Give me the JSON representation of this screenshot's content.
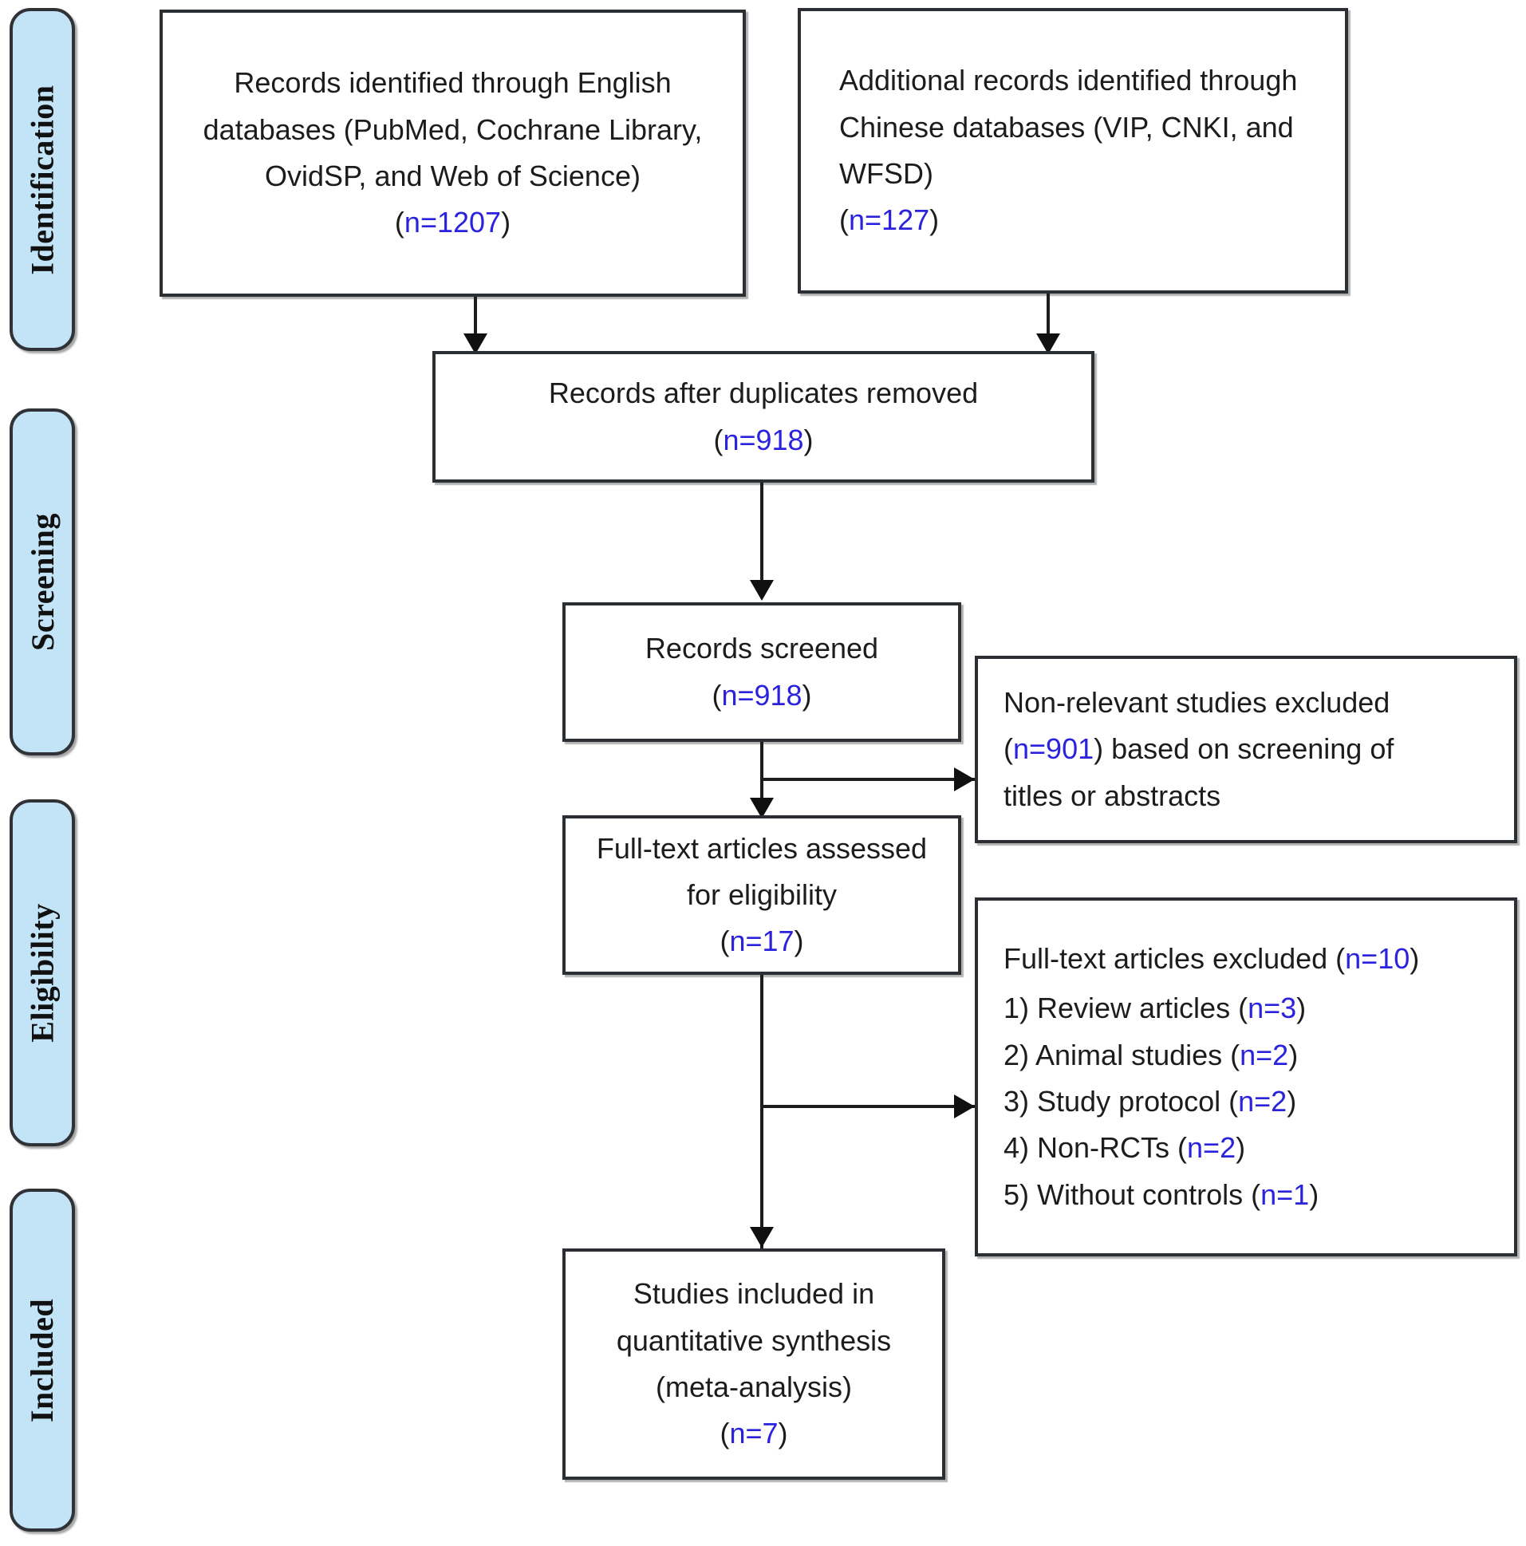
{
  "diagram": {
    "title": "PRISMA study selection flow diagram",
    "accent_blue": "#2a22dd",
    "stage_fill": "#c3e3f7",
    "border_color": "#2b2f33"
  },
  "stages": [
    {
      "label": "Identification"
    },
    {
      "label": "Screening"
    },
    {
      "label": "Eligibility"
    },
    {
      "label": "Included"
    }
  ],
  "boxes": {
    "english_records": {
      "line1": "Records identified through English",
      "line2": "databases (PubMed, Cochrane Library,",
      "line3": "OvidSP, and Web of Science)",
      "count_open": "(",
      "count": "n=1207",
      "count_close": ")"
    },
    "chinese_records": {
      "line1": "Additional records identified through",
      "line2": "Chinese databases (VIP, CNKI, and",
      "line3": "WFSD)",
      "count_open": "(",
      "count": "n=127",
      "count_close": ")"
    },
    "duplicates_removed": {
      "line1": "Records after duplicates removed",
      "count_open": "(",
      "count": "n=918",
      "count_close": ")"
    },
    "records_screened": {
      "line1": "Records screened",
      "count_open": "(",
      "count": "n=918",
      "count_close": ")"
    },
    "fulltext_assessed": {
      "line1": "Full-text articles assessed",
      "line2": "for eligibility",
      "count_open": "(",
      "count": "n=17",
      "count_close": ")"
    },
    "studies_included": {
      "line1": "Studies included in",
      "line2": "quantitative synthesis",
      "line3": "(meta-analysis)",
      "count_open": "(",
      "count": "n=7",
      "count_close": ")"
    },
    "nonrelevant_excluded": {
      "line1": "Non-relevant studies excluded",
      "line2_open": "(",
      "line2_count": "n=901",
      "line2_close": ") based on screening of",
      "line3": "titles or abstracts"
    },
    "fulltext_excluded": {
      "heading_text": "Full-text articles excluded (",
      "heading_count": "n=10",
      "heading_close": ")",
      "items": [
        {
          "label": "1) Review articles (",
          "count": "n=3",
          "close": ")"
        },
        {
          "label": "2) Animal studies (",
          "count": "n=2",
          "close": ")"
        },
        {
          "label": "3) Study protocol (",
          "count": "n=2",
          "close": ")"
        },
        {
          "label": "4) Non-RCTs (",
          "count": "n=2",
          "close": ")"
        },
        {
          "label": "5) Without controls (",
          "count": "n=1",
          "close": ")"
        }
      ]
    }
  }
}
